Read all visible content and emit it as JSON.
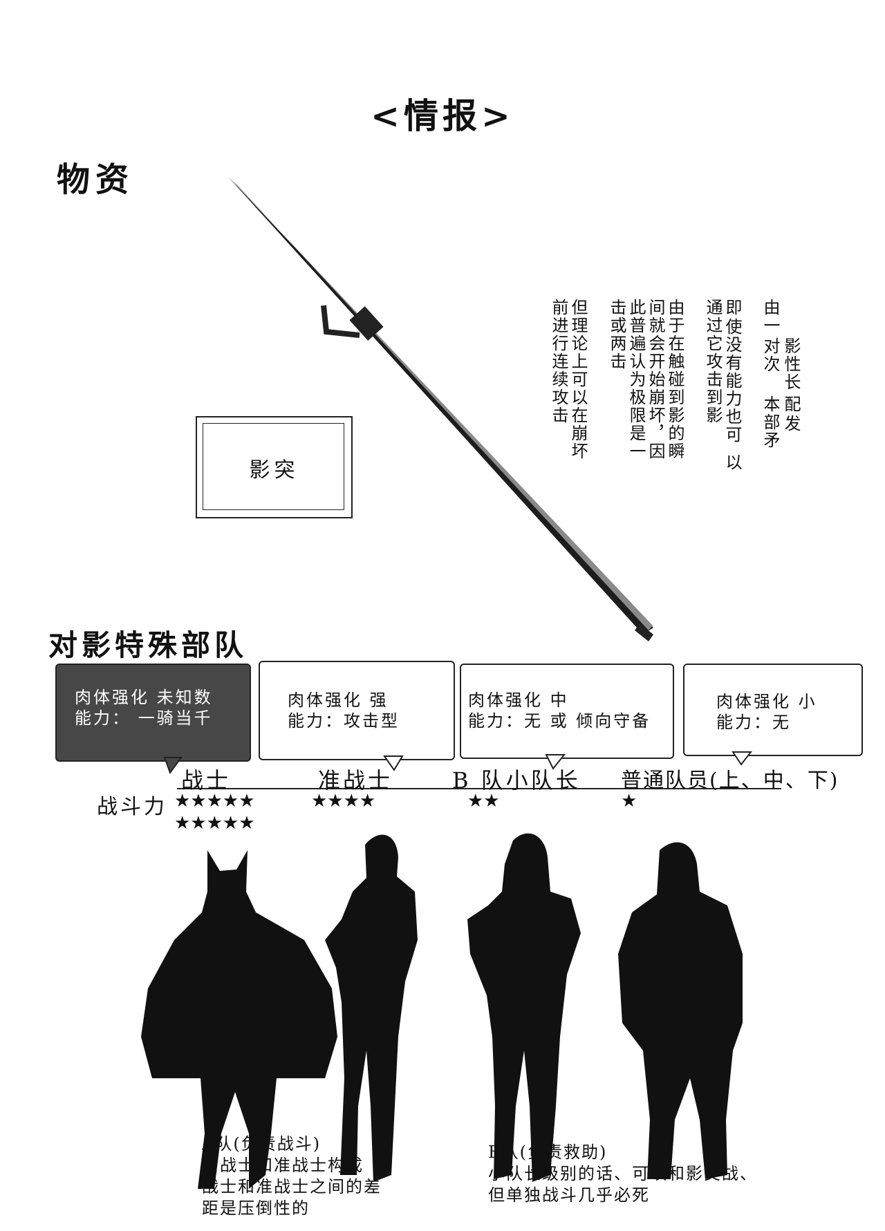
{
  "page": {
    "title": "<情报>",
    "section_supplies": "物资",
    "section_unit": "对影特殊部队"
  },
  "spear_text": {
    "columns": [
      "由一",
      "对次",
      "影性长",
      "本部矛",
      "配",
      "发",
      "即",
      "使没有能力也可",
      "以",
      "通过它攻击到影",
      "由于在触碰到影的瞬",
      "间就会开始崩坏，因",
      "此普遍认为极限是一",
      "击或两击",
      "但理论上可以在崩坏",
      "前进行连续攻击"
    ]
  },
  "item_frame": {
    "label": "影突"
  },
  "roles": [
    {
      "box_line1": "肉体强化  未知数",
      "box_line2": "能力：  一骑当千",
      "rank": "战士",
      "stars_row1": "★★★★★",
      "stars_row2": "★★★★★"
    },
    {
      "box_line1": "肉体强化  强",
      "box_line2": "能力：攻击型",
      "rank": "准战士",
      "stars_row1": "★★★★",
      "stars_row2": ""
    },
    {
      "box_line1": "肉体强化  中",
      "box_line2": "能力：无 或 倾向守备",
      "rank": "B 队小队长",
      "stars_row1": "★★",
      "stars_row2": ""
    },
    {
      "box_line1": "肉体强化  小",
      "box_line2": "能力：无",
      "rank": "普通队员(上、中、下)",
      "stars_row1": "★",
      "stars_row2": ""
    }
  ],
  "combat_power_label": "战斗力",
  "team_a": {
    "line1": "A队(负责战斗)",
    "line2": "由战士和准战士构成",
    "line3": "战士和准战士之间的差",
    "line4": "距是压倒性的"
  },
  "team_b": {
    "line1": "B队(负责救助)",
    "line2": "小队长级别的话、可以和影交战、",
    "line3": "但单独战斗几乎必死"
  }
}
